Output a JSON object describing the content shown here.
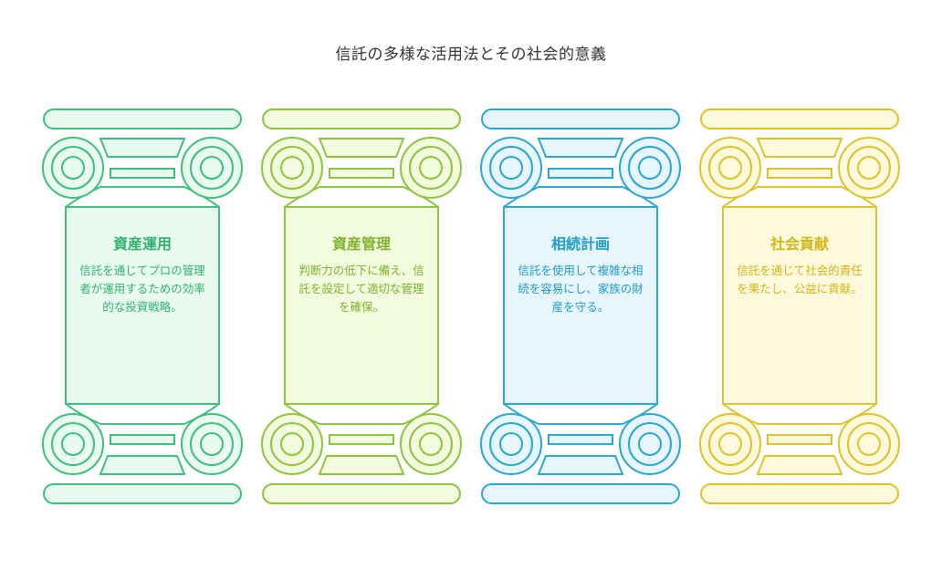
{
  "title": "信託の多様な活用法とその社会的意義",
  "pillars": [
    {
      "heading": "資産運用",
      "body": "信託を通じてプロの管理者が運用するための効率的な投資戦略。",
      "colors": {
        "stroke": "#3bbf7a",
        "fill": "#e9fbf0",
        "text": "#2fb36c"
      }
    },
    {
      "heading": "資産管理",
      "body": "判断力の低下に備え、信託を設定して適切な管理を確保。",
      "colors": {
        "stroke": "#8cc43c",
        "fill": "#f3fbdf",
        "text": "#7cb32c"
      }
    },
    {
      "heading": "相続計画",
      "body": "信託を使用して複雑な相続を容易にし、家族の財産を守る。",
      "colors": {
        "stroke": "#2aa6d3",
        "fill": "#e6f6fc",
        "text": "#1f9bc8"
      }
    },
    {
      "heading": "社会貢献",
      "body": "信託を通じて社会的責任を果たし、公益に貢献。",
      "colors": {
        "stroke": "#dfc22a",
        "fill": "#fdf9dc",
        "text": "#d4b516"
      }
    }
  ]
}
